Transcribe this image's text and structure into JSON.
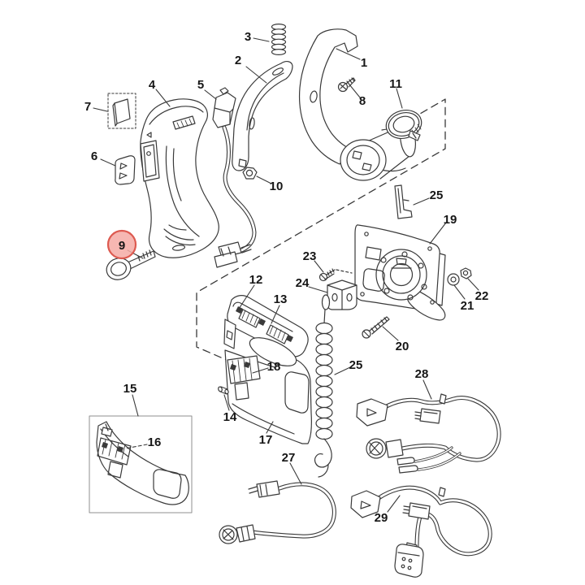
{
  "diagram": {
    "kind": "exploded-parts-diagram",
    "background": "#ffffff",
    "line_color": "#3a3a3a",
    "label_color": "#161616",
    "detail_box_color": "#8f8f8f",
    "highlighted_part": "9",
    "highlight": {
      "fill": "#f5aaa5",
      "ring": "#dd5a50"
    }
  },
  "callouts": [
    {
      "num": "1",
      "highlighted": false
    },
    {
      "num": "2",
      "highlighted": false
    },
    {
      "num": "3",
      "highlighted": false
    },
    {
      "num": "4",
      "highlighted": false
    },
    {
      "num": "5",
      "highlighted": false
    },
    {
      "num": "6",
      "highlighted": false
    },
    {
      "num": "7",
      "highlighted": false
    },
    {
      "num": "8",
      "highlighted": false
    },
    {
      "num": "9",
      "highlighted": true
    },
    {
      "num": "10",
      "highlighted": false
    },
    {
      "num": "11",
      "highlighted": false
    },
    {
      "num": "12",
      "highlighted": false
    },
    {
      "num": "13",
      "highlighted": false
    },
    {
      "num": "14",
      "highlighted": false
    },
    {
      "num": "15",
      "highlighted": false
    },
    {
      "num": "16",
      "highlighted": false
    },
    {
      "num": "17",
      "highlighted": false
    },
    {
      "num": "18",
      "highlighted": false
    },
    {
      "num": "19",
      "highlighted": false
    },
    {
      "num": "20",
      "highlighted": false
    },
    {
      "num": "21",
      "highlighted": false
    },
    {
      "num": "22",
      "highlighted": false
    },
    {
      "num": "23",
      "highlighted": false
    },
    {
      "num": "24",
      "highlighted": false
    },
    {
      "num": "25",
      "highlighted": false
    },
    {
      "num": "25",
      "highlighted": false
    },
    {
      "num": "27",
      "highlighted": false
    },
    {
      "num": "28",
      "highlighted": false
    },
    {
      "num": "29",
      "highlighted": false
    }
  ]
}
